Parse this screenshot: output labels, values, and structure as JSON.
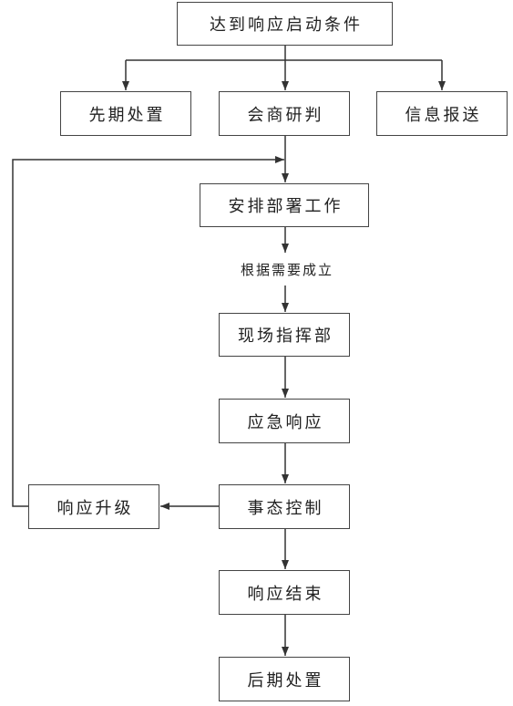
{
  "diagram": {
    "start": "达到响应启动条件",
    "branches": [
      "先期处置",
      "会商研判",
      "信息报送"
    ],
    "deploy": "安排部署工作",
    "condition_label": "根据需要成立",
    "command_post": "现场指挥部",
    "emergency_response": "应急响应",
    "situation_control": "事态控制",
    "escalation": "响应升级",
    "response_end": "响应结束",
    "aftermath": "后期处置"
  },
  "colors": {
    "line": "#333333",
    "border": "#444444",
    "text": "#222222",
    "background": "#ffffff"
  }
}
